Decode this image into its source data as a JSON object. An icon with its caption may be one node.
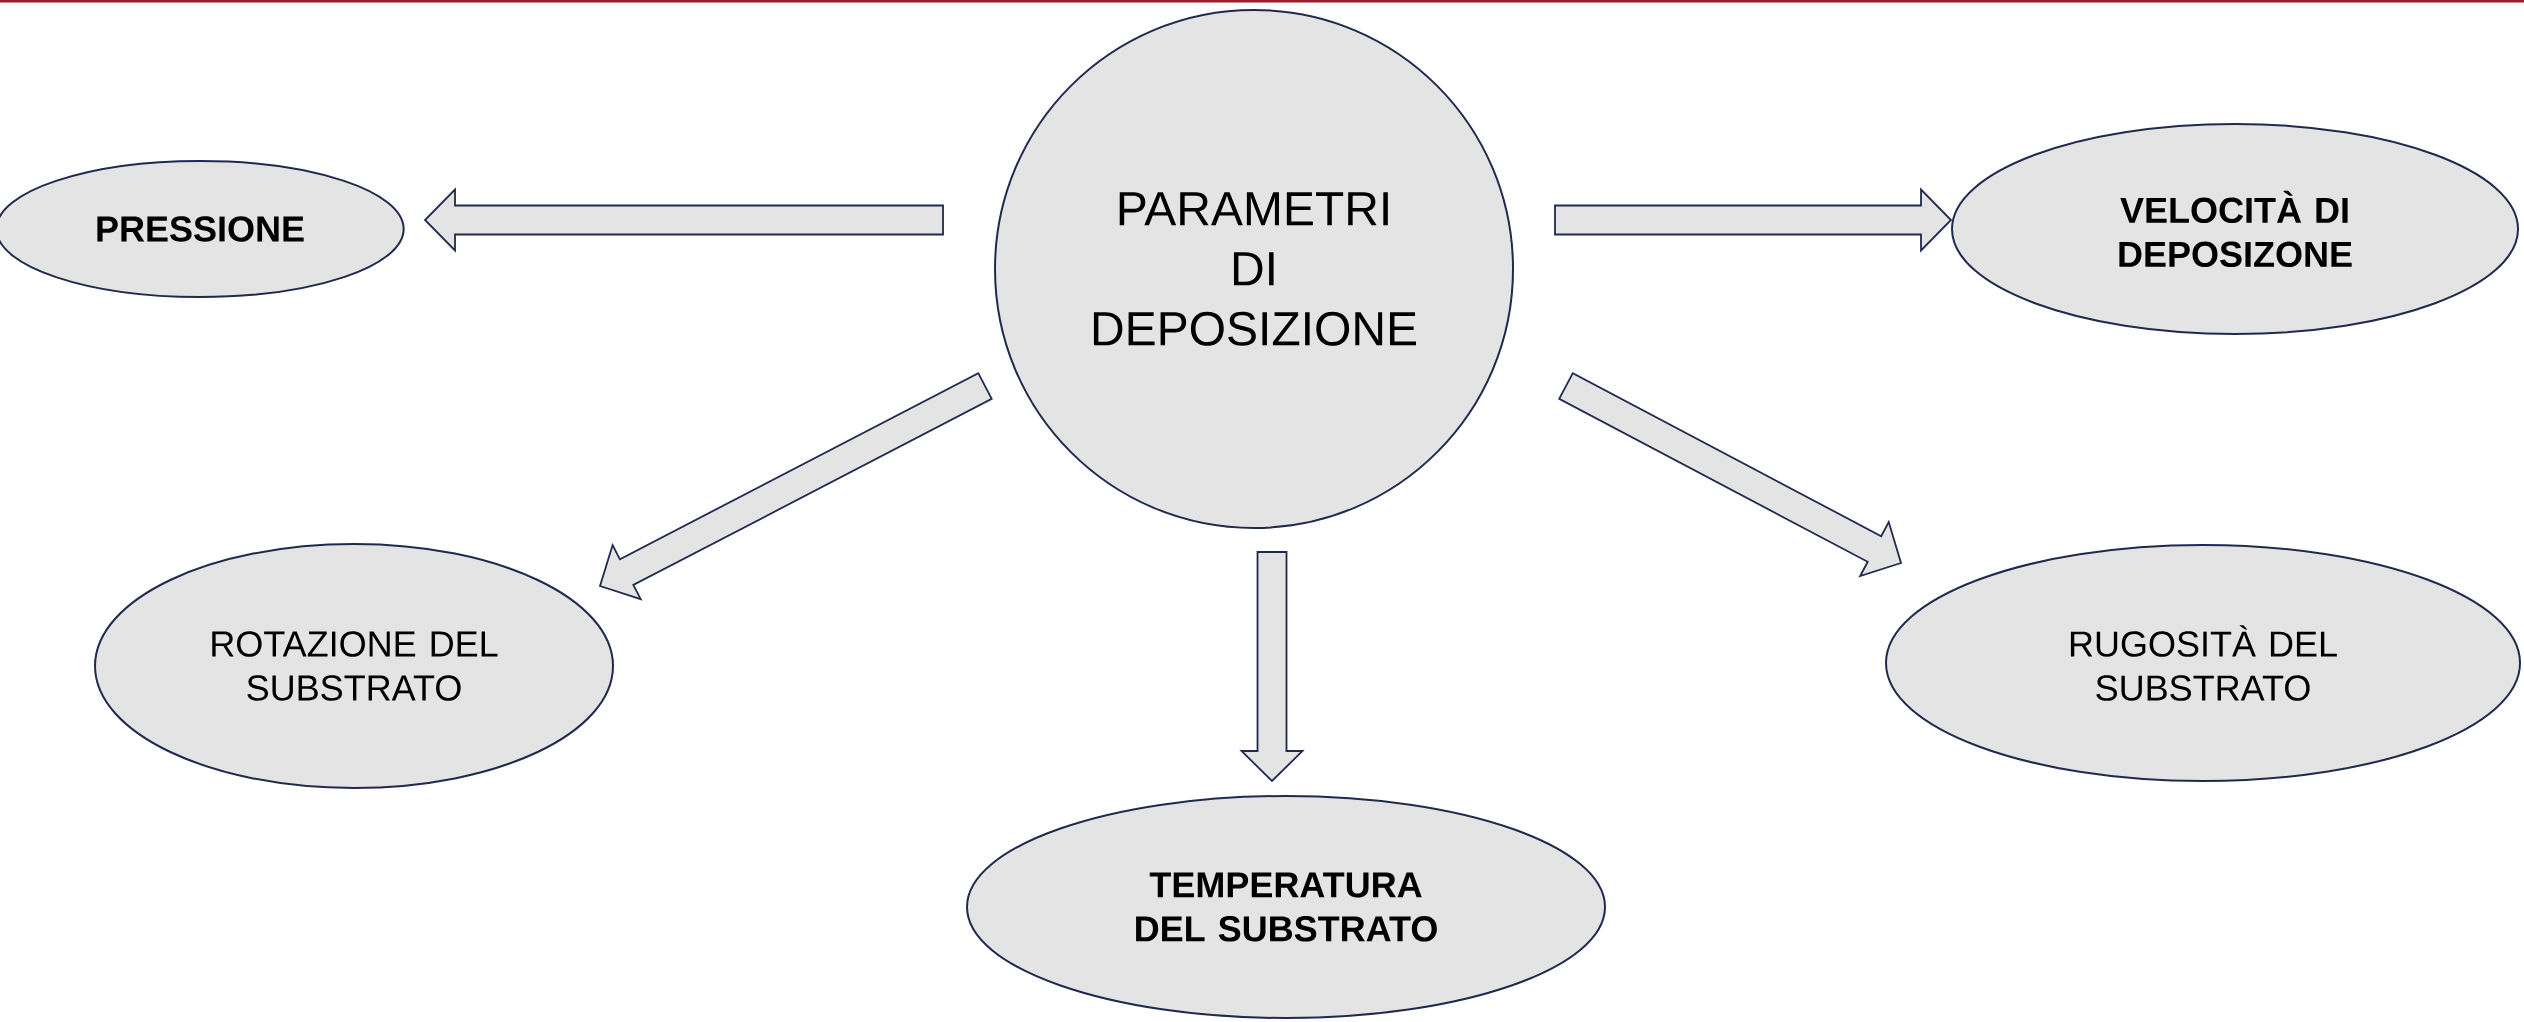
{
  "diagram": {
    "nodes": [
      {
        "text": [
          "PRESSIONE"
        ]
      },
      {
        "text": [
          "PARAMETRI DI DEPOSIZIONE"
        ]
      },
      {
        "text": [
          "VELOCITÀ DI DEPOSIZONE"
        ]
      },
      {
        "text": [
          "ROTAZIONE DEL SUBSTRATO"
        ]
      },
      {
        "text": [
          "RUGOSITÀ DEL SUBSTRATO"
        ]
      },
      {
        "text": [
          "TEMPERATURA DEL SUBSTRATO"
        ]
      }
    ],
    "edges": [
      {
        "from": 1,
        "to": 0,
        "arrow": "to"
      },
      {
        "from": 1,
        "to": 2,
        "arrow": "to"
      },
      {
        "from": 1,
        "to": 3,
        "arrow": "to"
      },
      {
        "from": 1,
        "to": 4,
        "arrow": "to"
      },
      {
        "from": 1,
        "to": 5,
        "arrow": "to"
      }
    ]
  }
}
